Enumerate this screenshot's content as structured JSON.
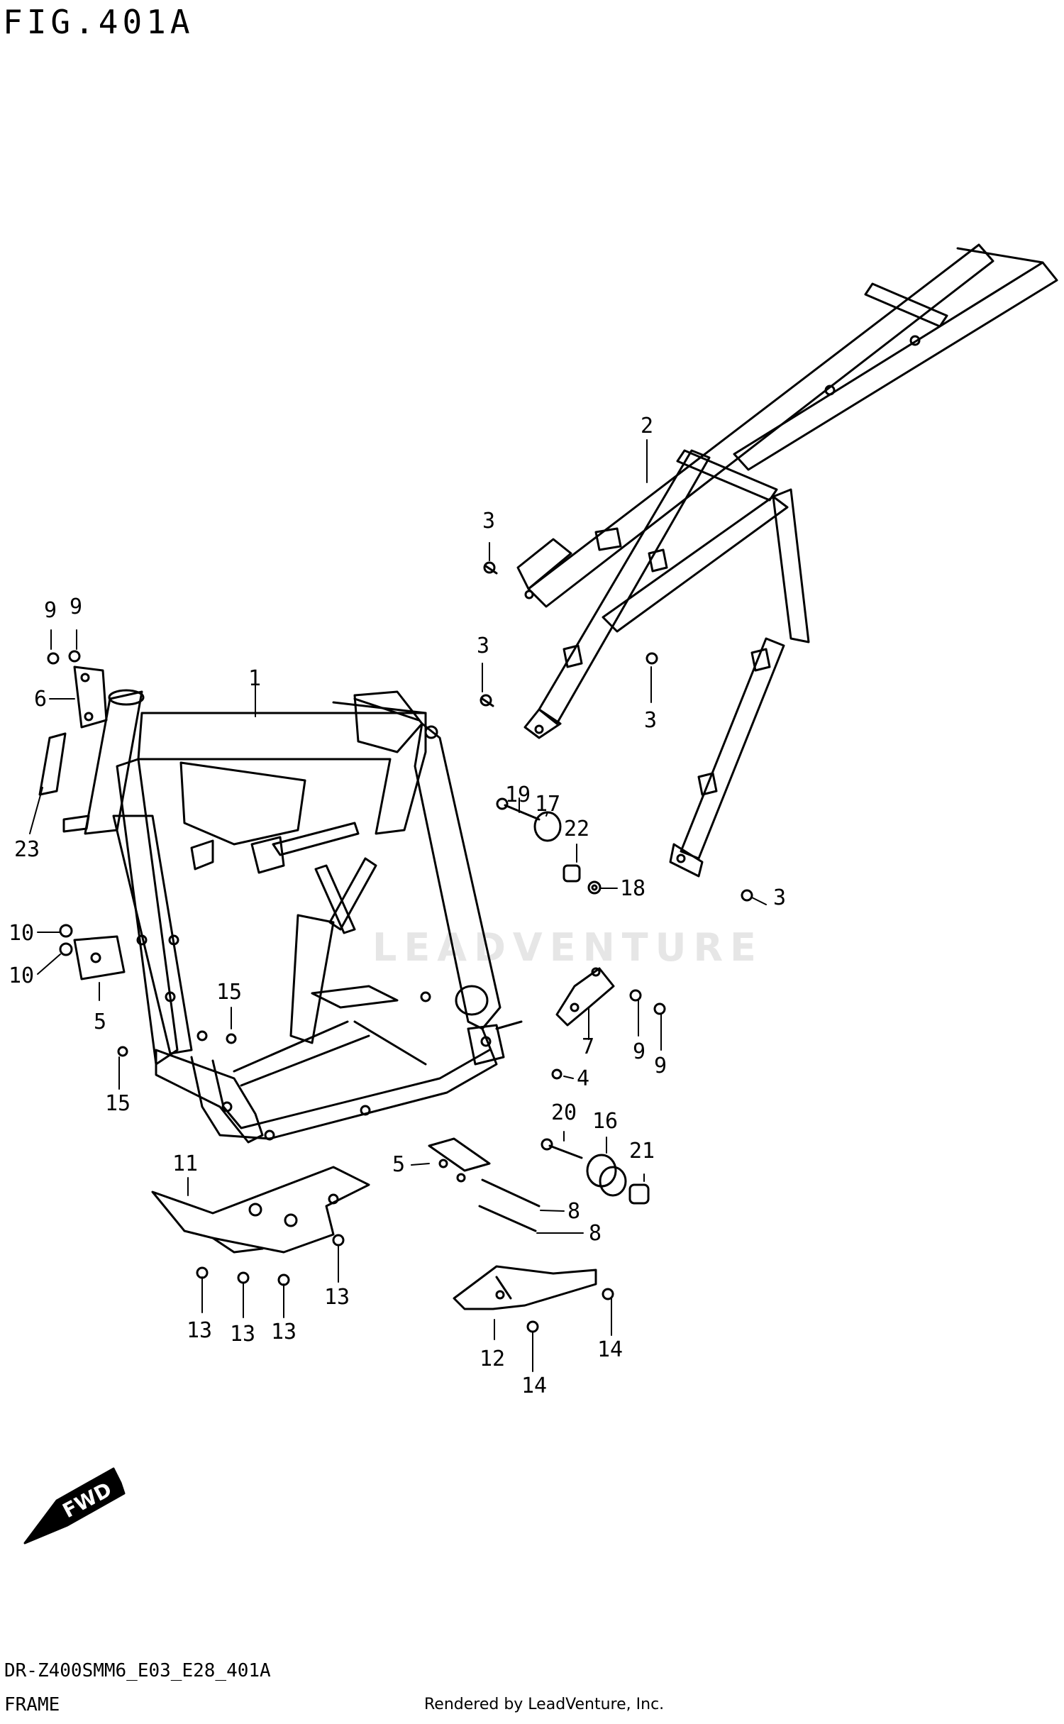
{
  "figure_title": "FIG.401A",
  "model_code": "DR-Z400SMM6_E03_E28_401A",
  "section_name": "FRAME",
  "credit": "Rendered by LeadVenture, Inc.",
  "watermark": "LEADVENTURE",
  "fwd_label": "FWD",
  "callouts": [
    {
      "id": "c1",
      "label": "1"
    },
    {
      "id": "c2",
      "label": "2"
    },
    {
      "id": "c3a",
      "label": "3"
    },
    {
      "id": "c3b",
      "label": "3"
    },
    {
      "id": "c3c",
      "label": "3"
    },
    {
      "id": "c3d",
      "label": "3"
    },
    {
      "id": "c4",
      "label": "4"
    },
    {
      "id": "c5a",
      "label": "5"
    },
    {
      "id": "c5b",
      "label": "5"
    },
    {
      "id": "c6",
      "label": "6"
    },
    {
      "id": "c7",
      "label": "7"
    },
    {
      "id": "c8a",
      "label": "8"
    },
    {
      "id": "c8b",
      "label": "8"
    },
    {
      "id": "c9a",
      "label": "9"
    },
    {
      "id": "c9b",
      "label": "9"
    },
    {
      "id": "c9c",
      "label": "9"
    },
    {
      "id": "c9d",
      "label": "9"
    },
    {
      "id": "c10a",
      "label": "10"
    },
    {
      "id": "c10b",
      "label": "10"
    },
    {
      "id": "c11",
      "label": "11"
    },
    {
      "id": "c12",
      "label": "12"
    },
    {
      "id": "c13a",
      "label": "13"
    },
    {
      "id": "c13b",
      "label": "13"
    },
    {
      "id": "c13c",
      "label": "13"
    },
    {
      "id": "c13d",
      "label": "13"
    },
    {
      "id": "c14a",
      "label": "14"
    },
    {
      "id": "c14b",
      "label": "14"
    },
    {
      "id": "c15a",
      "label": "15"
    },
    {
      "id": "c15b",
      "label": "15"
    },
    {
      "id": "c16",
      "label": "16"
    },
    {
      "id": "c17",
      "label": "17"
    },
    {
      "id": "c18",
      "label": "18"
    },
    {
      "id": "c19",
      "label": "19"
    },
    {
      "id": "c20",
      "label": "20"
    },
    {
      "id": "c21",
      "label": "21"
    },
    {
      "id": "c22",
      "label": "22"
    },
    {
      "id": "c23",
      "label": "23"
    }
  ]
}
